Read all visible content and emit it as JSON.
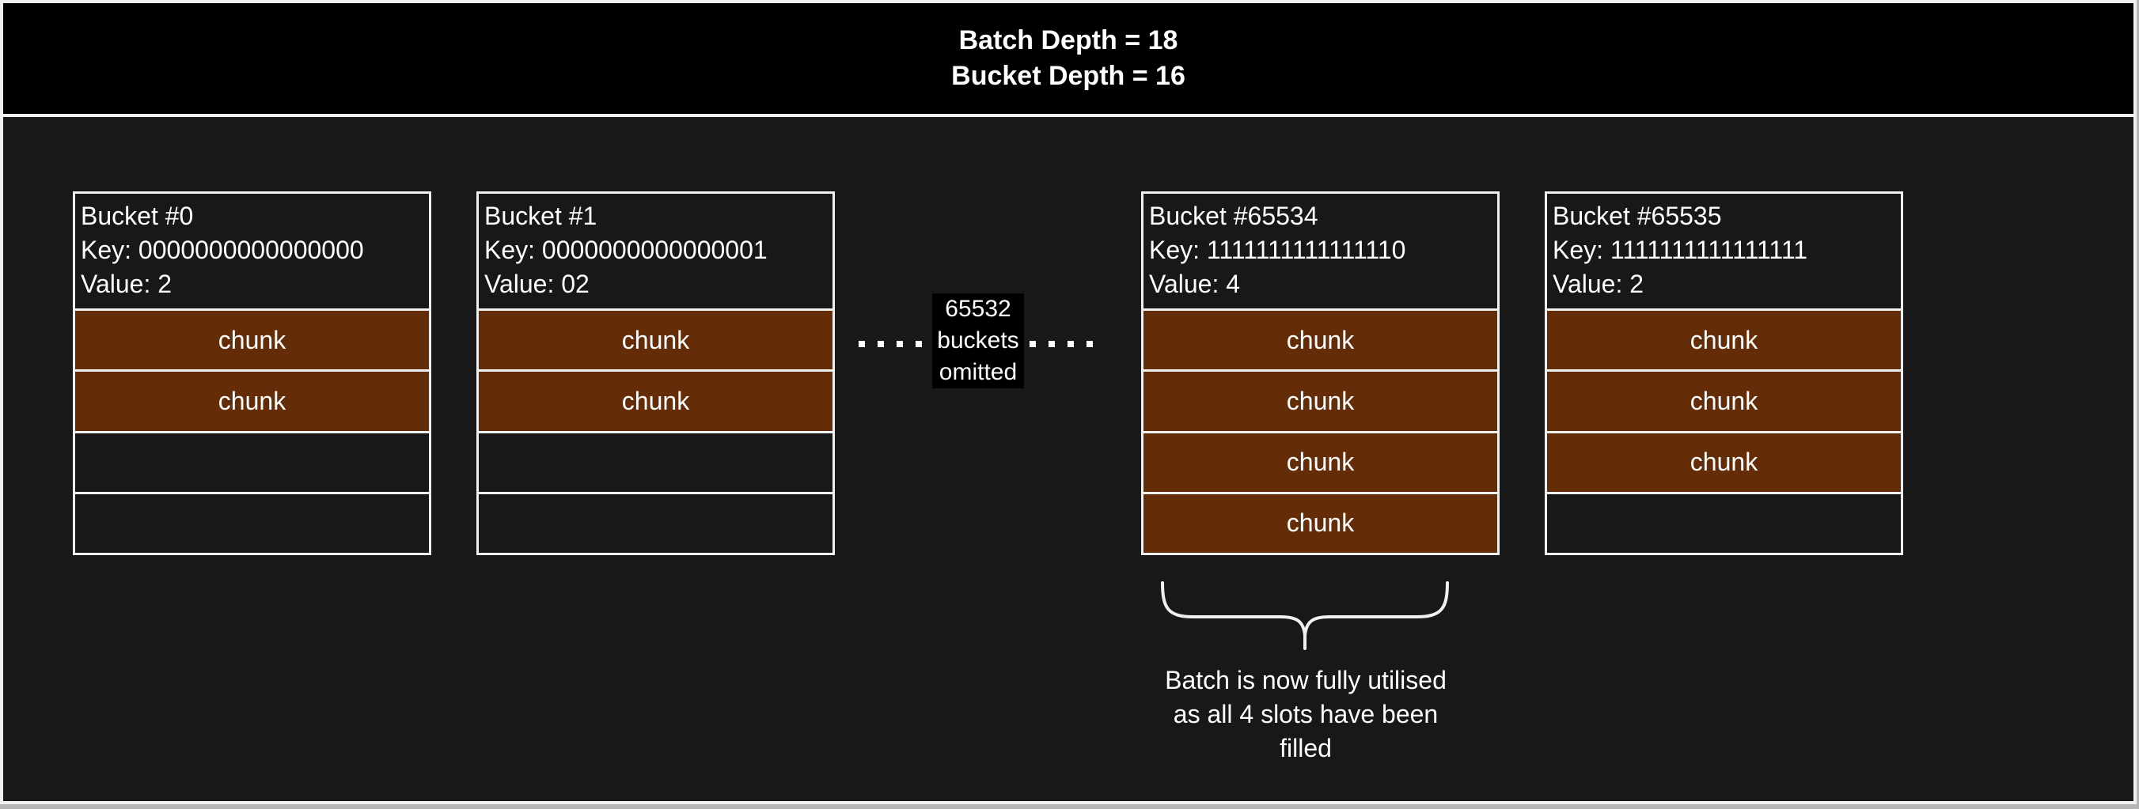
{
  "header": {
    "line1": "Batch Depth = 18",
    "line2": "Bucket Depth = 16"
  },
  "buckets": [
    {
      "title": "Bucket #0",
      "key": "Key: 0000000000000000",
      "value": "Value: 2",
      "filled_slots": 2,
      "total_slots": 4,
      "slots": [
        "chunk",
        "chunk",
        "",
        ""
      ]
    },
    {
      "title": "Bucket #1",
      "key": "Key: 0000000000000001",
      "value": "Value: 02",
      "filled_slots": 2,
      "total_slots": 4,
      "slots": [
        "chunk",
        "chunk",
        "",
        ""
      ]
    },
    {
      "title": "Bucket #65534",
      "key": "Key: 1111111111111110",
      "value": "Value: 4",
      "filled_slots": 4,
      "total_slots": 4,
      "slots": [
        "chunk",
        "chunk",
        "chunk",
        "chunk"
      ]
    },
    {
      "title": "Bucket #65535",
      "key": "Key: 1111111111111111",
      "value": "Value: 2",
      "filled_slots": 3,
      "total_slots": 4,
      "slots": [
        "chunk",
        "chunk",
        "chunk",
        ""
      ]
    }
  ],
  "omitted": {
    "label": "65532\nbuckets\nomitted",
    "dots_per_side": 4
  },
  "annotation": {
    "text": "Batch is now fully utilised\nas all 4 slots have been\nfilled"
  },
  "colors": {
    "chunk": "#652c08",
    "background": "#181818",
    "header_bg": "#000000",
    "label_bg": "#000000",
    "border": "#f0f0f0",
    "text": "#ffffff"
  }
}
